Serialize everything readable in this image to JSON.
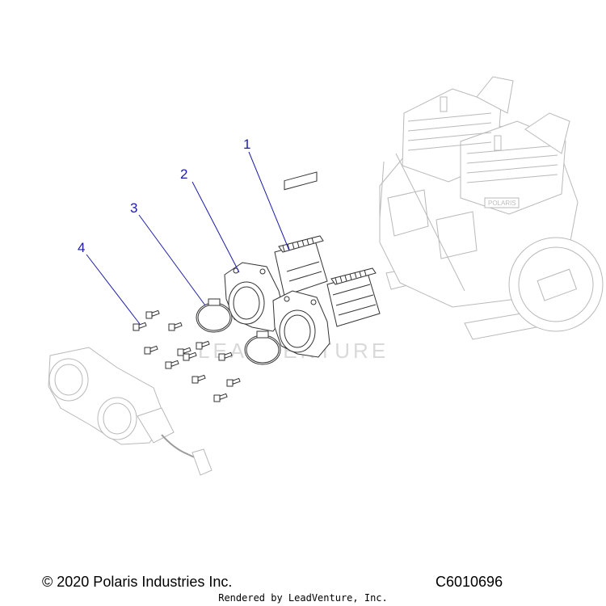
{
  "diagram": {
    "callouts": [
      "1",
      "2",
      "3",
      "4"
    ],
    "watermark": "LEADVENTURE",
    "engine_badge": "POLARIS"
  },
  "footer": {
    "copyright": "© 2020 Polaris Industries Inc.",
    "code": "C6010696",
    "rendered_by": "Rendered by LeadVenture, Inc."
  }
}
